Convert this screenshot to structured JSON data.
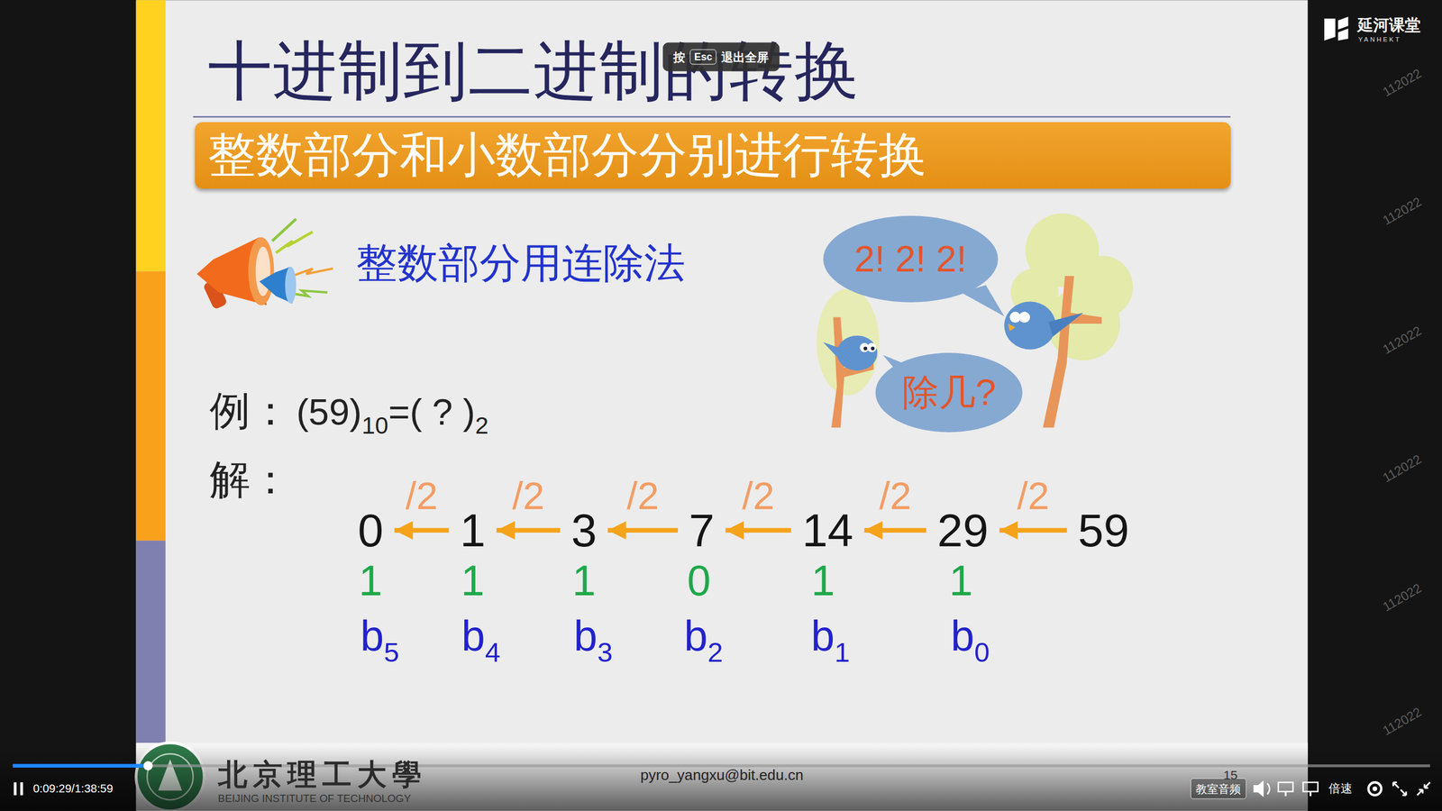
{
  "diagram": {
    "title": "十进制到二进制的转换",
    "nodes": [
      {
        "text": [
          "按",
          "退出全屏"
        ]
      },
      {
        "text": [
          "Esc"
        ],
        "in": 0
      },
      {
        "text": [
          "整数部分和小数部分分别进行转换"
        ]
      },
      {
        "text": [
          "2! 2! 2!"
        ]
      },
      {
        "text": [
          "除几?"
        ]
      },
      {
        "text": [
          "0"
        ]
      },
      {
        "text": [
          "1"
        ]
      },
      {
        "text": [
          "3"
        ]
      },
      {
        "text": [
          "7"
        ]
      },
      {
        "text": [
          "14"
        ]
      },
      {
        "text": [
          "29"
        ]
      },
      {
        "text": [
          "59"
        ]
      },
      {
        "text": [
          "教室音频"
        ]
      }
    ],
    "edges": [
      {
        "from": 11,
        "to": 10,
        "label": "/2",
        "arrow": "to"
      },
      {
        "from": 10,
        "to": 9,
        "label": "/2",
        "arrow": "to"
      },
      {
        "from": 9,
        "to": 8,
        "label": "/2",
        "arrow": "to"
      },
      {
        "from": 8,
        "to": 7,
        "label": "/2",
        "arrow": "to"
      },
      {
        "from": 7,
        "to": 6,
        "label": "/2",
        "arrow": "to"
      },
      {
        "from": 6,
        "to": 5,
        "label": "/2",
        "arrow": "to"
      }
    ],
    "labels": [
      "整数部分用连除法",
      "例：",
      "(59)",
      "10",
      "=( ? )",
      "2",
      "解：",
      "1",
      "1",
      "1",
      "0",
      "1",
      "1",
      "b",
      "5",
      "b",
      "4",
      "b",
      "3",
      "b",
      "2",
      "b",
      "1",
      "b",
      "0",
      "北京理工大學",
      "BEIJING INSTITUTE OF TECHNOLOGY",
      "pyro_yangxu@bit.edu.cn",
      "15",
      "0:09:29/1:38:59",
      "倍速",
      "延河课堂",
      "YANHEKT",
      "112022",
      "112022",
      "112022",
      "112022",
      "112022",
      "112022"
    ]
  }
}
